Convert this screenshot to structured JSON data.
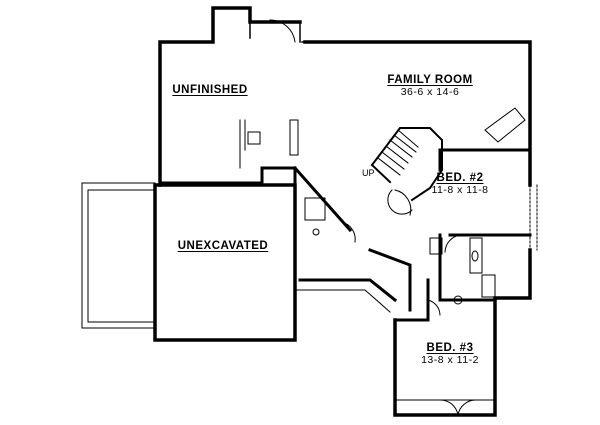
{
  "rooms": {
    "family_room": {
      "name": "FAMILY ROOM",
      "dims": "36-6 x 14-6"
    },
    "unfinished": {
      "name": "UNFINISHED"
    },
    "unexcavated": {
      "name": "UNEXCAVATED"
    },
    "bed2": {
      "name": "BED. #2",
      "dims": "11-8 x 11-8"
    },
    "bed3": {
      "name": "BED. #3",
      "dims": "13-8 x 11-2"
    }
  },
  "stair_label": "UP"
}
